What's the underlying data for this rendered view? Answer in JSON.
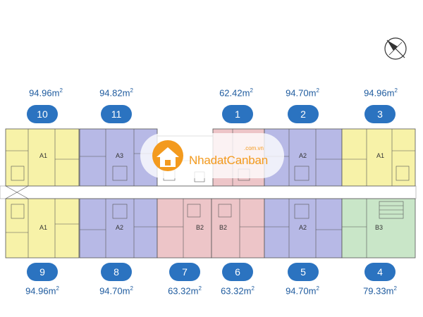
{
  "colors": {
    "a1_yellow": "#f7f2a8",
    "a_purple": "#b7b9e6",
    "b_pink": "#edc5c8",
    "b3_green": "#c9e6c8",
    "badge_blue": "#2b73c0",
    "area_blue": "#1d5a9e",
    "watermark_orange": "#f39a1e"
  },
  "units": [
    {
      "number": "10",
      "area": "94.96",
      "unit_code": "A1"
    },
    {
      "number": "11",
      "area": "94.82",
      "unit_code": "A3"
    },
    {
      "number": "1",
      "area": "62.42",
      "unit_code": ""
    },
    {
      "number": "2",
      "area": "94.70",
      "unit_code": "A2"
    },
    {
      "number": "3",
      "area": "94.96",
      "unit_code": "A1"
    },
    {
      "number": "9",
      "area": "94.96",
      "unit_code": "A1"
    },
    {
      "number": "8",
      "area": "94.70",
      "unit_code": "A2"
    },
    {
      "number": "7",
      "area": "63.32",
      "unit_code": "B2"
    },
    {
      "number": "6",
      "area": "63.32",
      "unit_code": "B2"
    },
    {
      "number": "5",
      "area": "94.70",
      "unit_code": "A2"
    },
    {
      "number": "4",
      "area": "79.33",
      "unit_code": "B3"
    }
  ],
  "area_unit": "m",
  "area_unit_sup": "2",
  "watermark": {
    "brand_part1": "Nhadat",
    "brand_part2": "Canban",
    "domain_suffix": ".com.vn"
  },
  "compass_icon": "north-arrow-icon"
}
